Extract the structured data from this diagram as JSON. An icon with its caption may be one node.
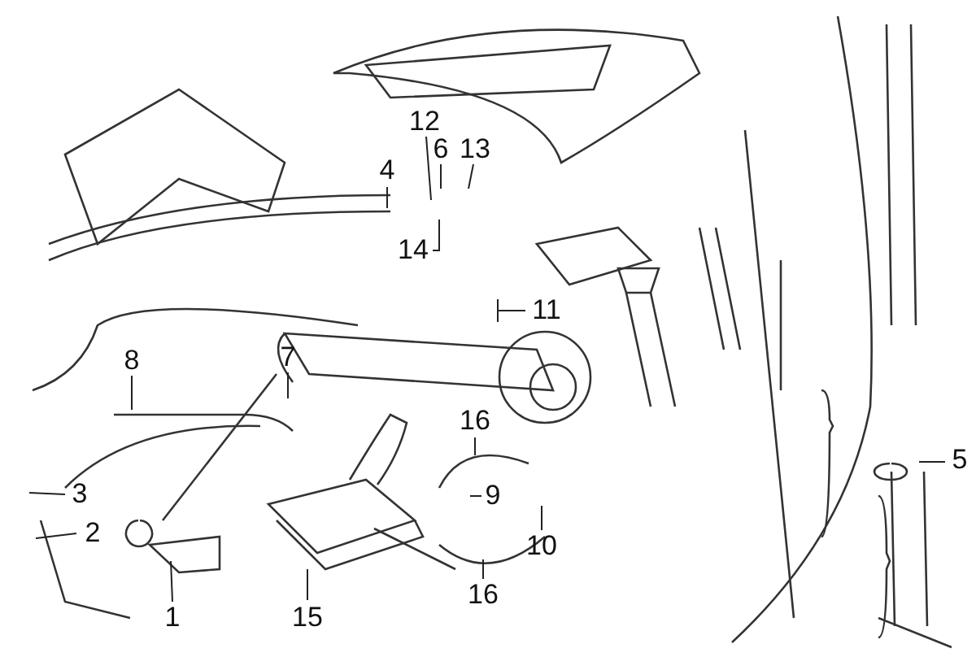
{
  "diagram": {
    "nodes": [
      {
        "text": [
          "1"
        ]
      },
      {
        "text": [
          "2"
        ]
      },
      {
        "text": [
          "3"
        ]
      },
      {
        "text": [
          "4"
        ]
      },
      {
        "text": [
          "5"
        ]
      },
      {
        "text": [
          "6"
        ]
      },
      {
        "text": [
          "7"
        ]
      },
      {
        "text": [
          "8"
        ]
      },
      {
        "text": [
          "9"
        ]
      },
      {
        "text": [
          "10"
        ]
      },
      {
        "text": [
          "11"
        ]
      },
      {
        "text": [
          "12"
        ]
      },
      {
        "text": [
          "13"
        ]
      },
      {
        "text": [
          "14"
        ]
      },
      {
        "text": [
          "15"
        ]
      },
      {
        "text": [
          "16"
        ]
      },
      {
        "text": [
          "16"
        ]
      }
    ],
    "edges": [
      {
        "from": 0,
        "to": null,
        "arrow": "none"
      },
      {
        "from": 1,
        "to": null,
        "arrow": "none"
      },
      {
        "from": 2,
        "to": null,
        "arrow": "none"
      },
      {
        "from": 3,
        "to": null,
        "arrow": "none"
      },
      {
        "from": 4,
        "to": null,
        "arrow": "none"
      },
      {
        "from": 5,
        "to": null,
        "arrow": "none"
      },
      {
        "from": 6,
        "to": null,
        "arrow": "none"
      },
      {
        "from": 7,
        "to": null,
        "arrow": "none"
      },
      {
        "from": 8,
        "to": null,
        "arrow": "none"
      },
      {
        "from": 9,
        "to": null,
        "arrow": "none"
      },
      {
        "from": 10,
        "to": null,
        "arrow": "none"
      },
      {
        "from": 11,
        "to": null,
        "arrow": "none"
      },
      {
        "from": 12,
        "to": null,
        "arrow": "none"
      },
      {
        "from": 13,
        "to": null,
        "arrow": "none"
      },
      {
        "from": 14,
        "to": null,
        "arrow": "none"
      },
      {
        "from": 15,
        "to": null,
        "arrow": "none"
      },
      {
        "from": 16,
        "to": null,
        "arrow": "none"
      }
    ]
  }
}
